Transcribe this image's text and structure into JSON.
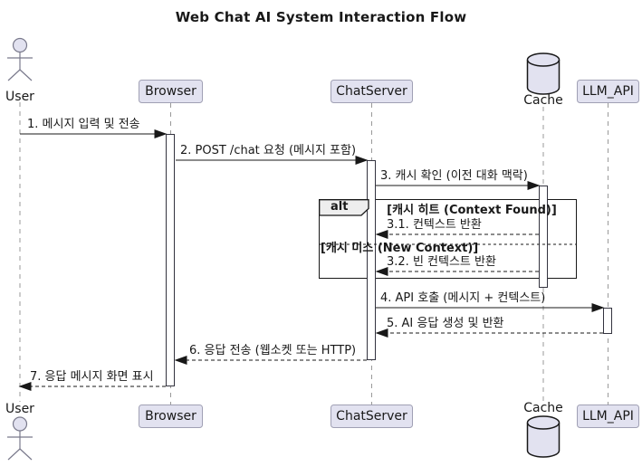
{
  "title": "Web Chat AI System Interaction Flow",
  "participants": {
    "user": "User",
    "browser": "Browser",
    "chatserver": "ChatServer",
    "cache": "Cache",
    "llm": "LLM_API"
  },
  "messages": {
    "m1": "1. 메시지 입력 및 전송",
    "m2": "2. POST /chat 요청 (메시지 포함)",
    "m3": "3. 캐시 확인 (이전 대화 맥락)",
    "m3_1": "3.1. 컨텍스트 반환",
    "m3_2": "3.2. 빈 컨텍스트 반환",
    "m4": "4. API 호출 (메시지 + 컨텍스트)",
    "m5": "5. AI 응답 생성 및 반환",
    "m6": "6. 응답 전송 (웹소켓 또는 HTTP)",
    "m7": "7. 응답 메시지 화면 표시"
  },
  "alt": {
    "operator": "alt",
    "condition_hit": "[캐시 히트 (Context Found)]",
    "condition_miss": "[캐시 미스 (New Context)]"
  },
  "colors": {
    "participant_fill": "#E2E2F0",
    "participant_border": "#A0A0B4",
    "line": "#181818",
    "lifeline": "#999999",
    "alt_operator_fill": "#EEEEEE",
    "activation_fill": "#FFFFFF"
  }
}
